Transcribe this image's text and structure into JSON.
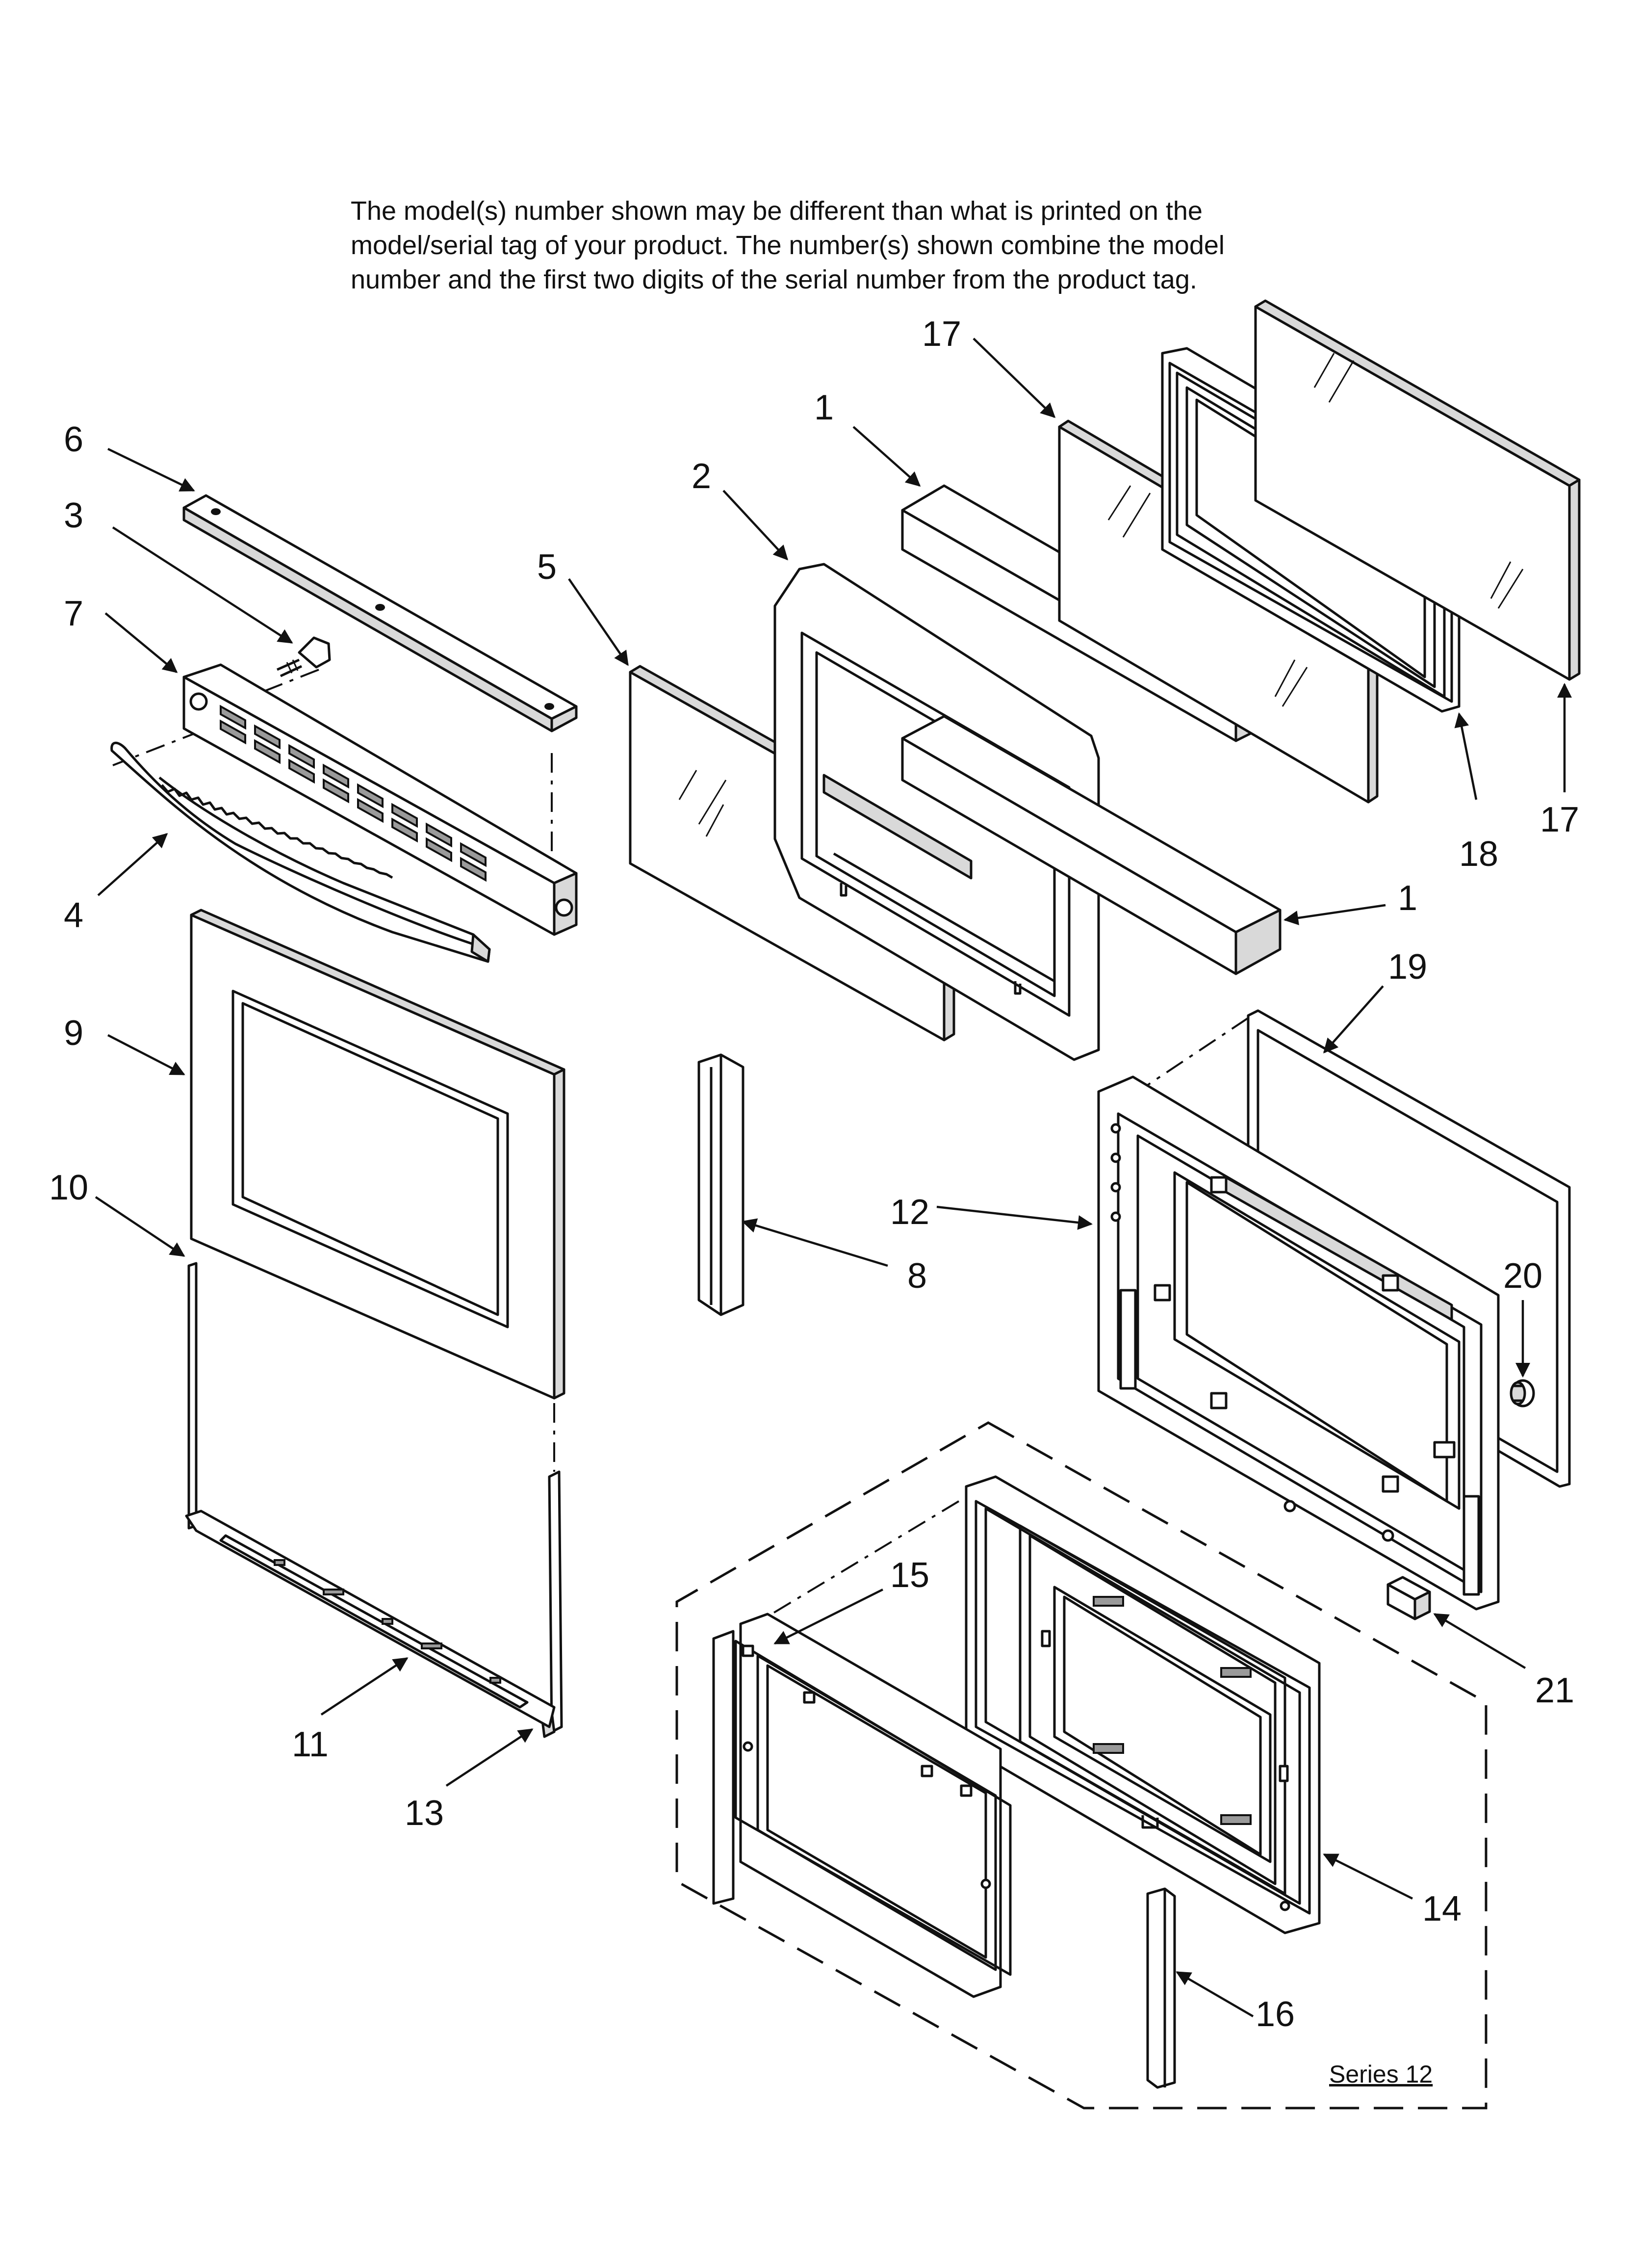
{
  "notice": {
    "lines": [
      "The model(s) number shown may be different than what is printed on the",
      "model/serial tag of your product. The number(s) shown combine the model",
      "number and the first two digits of the serial number from the product tag."
    ]
  },
  "callouts": {
    "p1a": "1",
    "p1b": "1",
    "p2": "2",
    "p3": "3",
    "p4": "4",
    "p5": "5",
    "p6": "6",
    "p7": "7",
    "p8": "8",
    "p9": "9",
    "p10": "10",
    "p11": "11",
    "p12": "12",
    "p13": "13",
    "p14": "14",
    "p15": "15",
    "p16": "16",
    "p17a": "17",
    "p17b": "17",
    "p18": "18",
    "p19": "19",
    "p20": "20",
    "p21": "21"
  },
  "series_label": "Series 12"
}
